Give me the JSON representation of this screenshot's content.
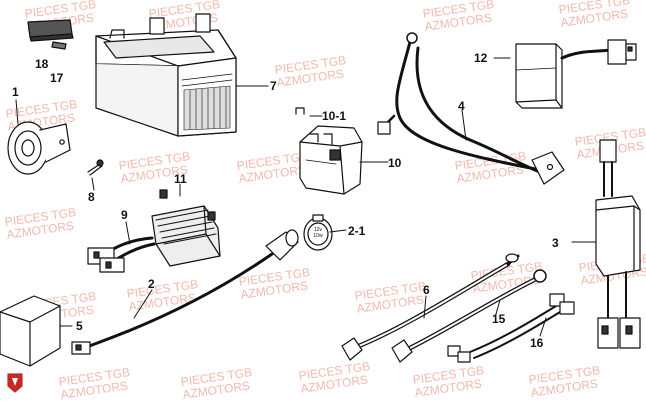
{
  "watermark": {
    "line1": "PIECES TGB",
    "line2": "AZMOTORS",
    "color": "#f3b9ad"
  },
  "logo": {
    "name": "azmotors-shield-logo",
    "color": "#c62828"
  },
  "parts": [
    {
      "id": "p1",
      "label": "1"
    },
    {
      "id": "p2",
      "label": "2"
    },
    {
      "id": "p2-1",
      "label": "2-1"
    },
    {
      "id": "p3",
      "label": "3"
    },
    {
      "id": "p4",
      "label": "4"
    },
    {
      "id": "p5",
      "label": "5"
    },
    {
      "id": "p6",
      "label": "6"
    },
    {
      "id": "p7",
      "label": "7"
    },
    {
      "id": "p8",
      "label": "8"
    },
    {
      "id": "p9",
      "label": "9"
    },
    {
      "id": "p10",
      "label": "10"
    },
    {
      "id": "p10-1",
      "label": "10-1"
    },
    {
      "id": "p11",
      "label": "11"
    },
    {
      "id": "p12",
      "label": "12"
    },
    {
      "id": "p15",
      "label": "15"
    },
    {
      "id": "p16",
      "label": "16"
    },
    {
      "id": "p17",
      "label": "17"
    },
    {
      "id": "p18",
      "label": "18"
    }
  ],
  "flasher_text": {
    "line1": "12v",
    "line2": "10w"
  }
}
